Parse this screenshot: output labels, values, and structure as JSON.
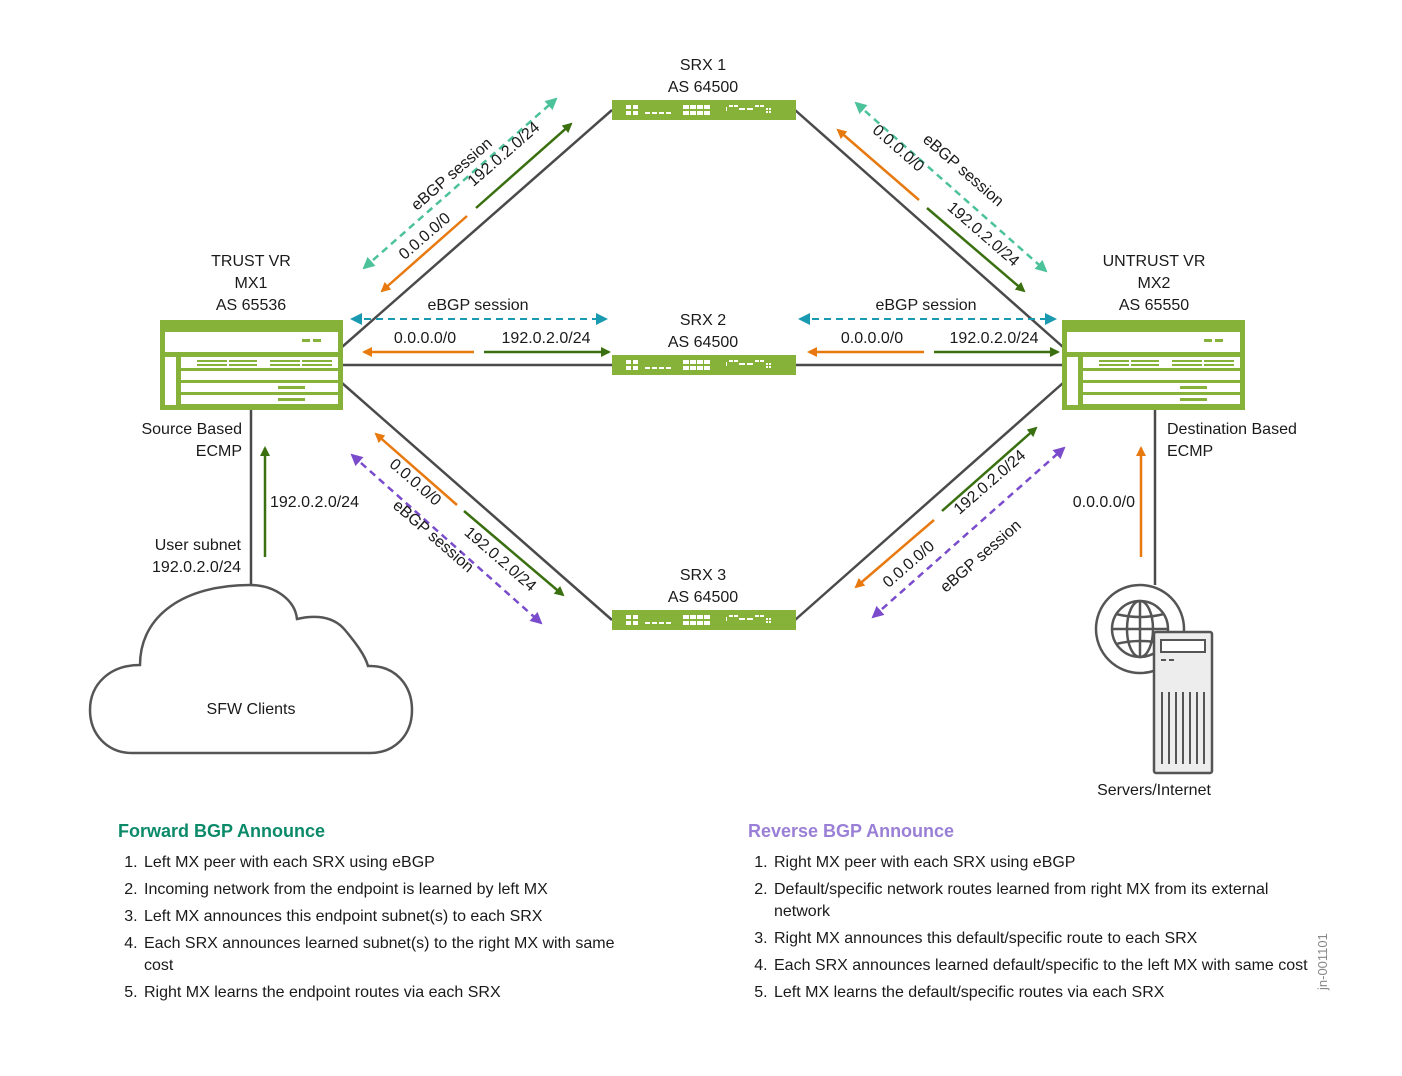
{
  "colors": {
    "device_green": "#86b23a",
    "link_gray": "#4a4a4a",
    "forward_route": "#3a7010",
    "default_route": "#e8790f",
    "ebgp_srx1": "#4cc29a",
    "ebgp_srx2": "#1a9ab0",
    "ebgp_srx3": "#7a4ccc",
    "forward_title": "#0b8a6a",
    "reverse_title": "#9a7fd6"
  },
  "nodes": {
    "mx1": {
      "line1": "TRUST VR",
      "line2": "MX1",
      "line3": "AS 65536",
      "ecmp_line1": "Source Based",
      "ecmp_line2": "ECMP"
    },
    "mx2": {
      "line1": "UNTRUST VR",
      "line2": "MX2",
      "line3": "AS 65550",
      "ecmp_line1": "Destination Based",
      "ecmp_line2": "ECMP"
    },
    "srx1": {
      "line1": "SRX 1",
      "line2": "AS 64500"
    },
    "srx2": {
      "line1": "SRX 2",
      "line2": "AS 64500"
    },
    "srx3": {
      "line1": "SRX 3",
      "line2": "AS 64500"
    },
    "clients": {
      "label": "SFW Clients",
      "subnet_line1": "User subnet",
      "subnet_line2": "192.0.2.0/24"
    },
    "servers": {
      "label": "Servers/Internet"
    }
  },
  "route_labels": {
    "ebgp": "eBGP session",
    "default": "0.0.0.0/0",
    "specific": "192.0.2.0/24"
  },
  "forward": {
    "title": "Forward BGP Announce",
    "items": [
      "Left MX peer with each SRX using eBGP",
      "Incoming network from the endpoint is learned by left MX",
      "Left MX announces this endpoint subnet(s) to each SRX",
      "Each SRX announces learned subnet(s) to the right MX with same cost",
      "Right MX learns the endpoint routes via each SRX"
    ]
  },
  "reverse": {
    "title": "Reverse BGP Announce",
    "items": [
      "Right MX peer with each SRX using eBGP",
      "Default/specific network routes learned from right MX from its external network",
      "Right MX announces this default/specific route to each SRX",
      "Each SRX announces learned default/specific to the left MX with same cost",
      "Left MX learns the default/specific routes via each SRX"
    ]
  },
  "doc_id": "jn-001101"
}
